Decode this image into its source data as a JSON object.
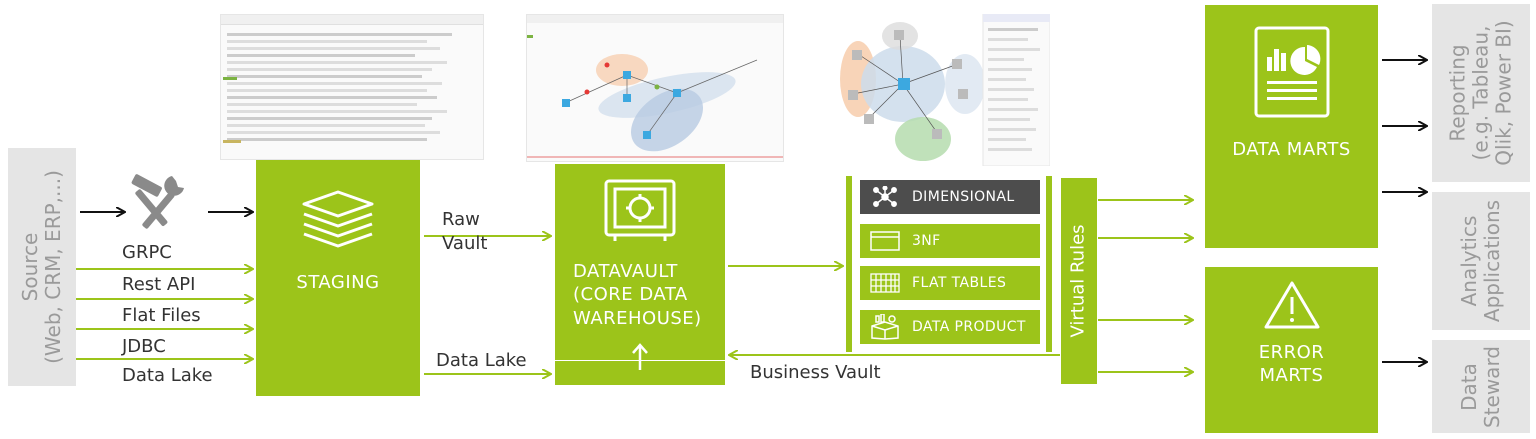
{
  "source": {
    "label_line1": "Source",
    "label_line2": "(Web, CRM, ERP,...)"
  },
  "inputs": [
    "GRPC",
    "Rest API",
    "Flat Files",
    "JDBC",
    "Data Lake"
  ],
  "staging": {
    "label": "STAGING"
  },
  "edges": {
    "raw_vault": [
      "Raw",
      "Vault"
    ],
    "data_lake": "Data Lake",
    "business_vault": "Business Vault"
  },
  "datavault": {
    "label": [
      "DATAVAULT",
      "(CORE DATA",
      "WAREHOUSE)"
    ]
  },
  "layers": [
    {
      "label": "DIMENSIONAL",
      "icon": "network-icon",
      "color": "#4d4d4d"
    },
    {
      "label": "3NF",
      "icon": "window-icon",
      "color": "#9cc41a"
    },
    {
      "label": "FLAT TABLES",
      "icon": "grid-table-icon",
      "color": "#9cc41a"
    },
    {
      "label": "DATA PRODUCT",
      "icon": "box-chart-icon",
      "color": "#9cc41a"
    }
  ],
  "virtual_rules": {
    "label": "Virtual Rules"
  },
  "data_marts": {
    "label": "DATA MARTS"
  },
  "error_marts": {
    "label": [
      "ERROR",
      "MARTS"
    ]
  },
  "consumers": [
    {
      "line1": "Reporting",
      "line2": "(e.g. Tableau,",
      "line3": "Qlik, Power BI)"
    },
    {
      "line1": "Analytics",
      "line2": "Applications"
    },
    {
      "line1": "Data",
      "line2": "Steward"
    }
  ],
  "colors": {
    "accent": "#9cc41a",
    "dark": "#4d4d4d",
    "gray_box": "#e5e5e5",
    "gray_text": "#9a9a9a"
  }
}
